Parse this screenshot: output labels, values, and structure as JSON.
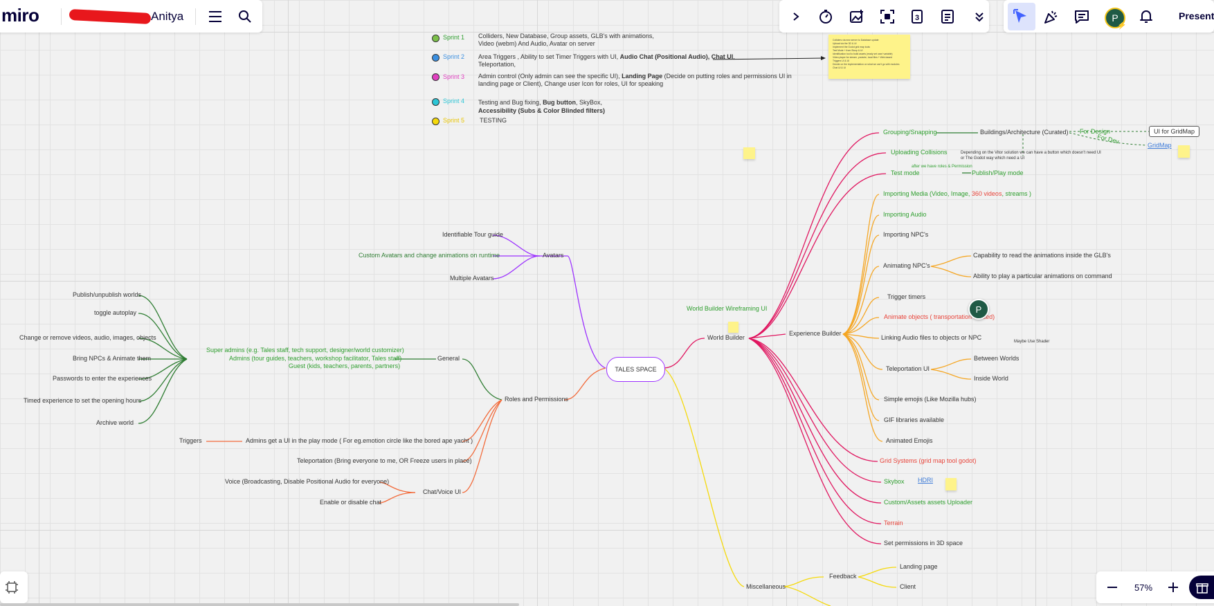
{
  "app": {
    "logo": "miro",
    "board_owner": "Anitya",
    "present_label": "Present",
    "avatar_letter": "P",
    "zoom": "57%"
  },
  "colors": {
    "green": "#2e7d32",
    "pink": "#e0155f",
    "orange": "#f5a623",
    "purple": "#9b30ff",
    "coral": "#f26a3a",
    "yellow": "#f5d90a",
    "blue": "#3d7bd8"
  },
  "sprints": [
    {
      "label": "Sprint 1",
      "color": "#7cc04a",
      "text": "Colliders, New Database, Group assets, GLB's with animations,",
      "text2": "Video (webm) And Audio, Avatar on server"
    },
    {
      "label": "Sprint 2",
      "color": "#3b8fe0",
      "text": "Area Triggers , Ability to set Timer Triggers with UI, ",
      "bold": "Audio Chat (Positional Audio), Chat UI",
      "tail": ",",
      "text2": "Teleportation,"
    },
    {
      "label": "Sprint 3",
      "color": "#e040c0",
      "text": "Admin control (Only admin can see the specific UI), ",
      "bold": "Landing Page",
      "tail": " (Decide on putting roles and permissions UI in",
      "text2": "landing page or Client), Change user Icon for roles, UI for speaking"
    },
    {
      "label": "Sprint 4",
      "color": "#2cc6d6",
      "text": "Testing and Bug fixing, ",
      "bold": "Bug button",
      "tail": ", SkyBox,",
      "bold2": "Accessibility (Subs & Color Blinded filters)"
    },
    {
      "label": "Sprint 5",
      "color": "#f5d90a",
      "text": "TESTING"
    }
  ],
  "center": {
    "label": "TALES SPACE"
  },
  "nodes": {
    "avatars": "Avatars",
    "identifiable_tour_guide": "Identifiable Tour guide",
    "custom_avatars": "Custom Avatars and change animations on runtime",
    "multiple_avatars": "Multiple Avatars",
    "general": "General",
    "super_admins": "Super admins (e.g. Tales staff, tech support, designer/world customizer)",
    "admins": "Admins (tour guides, teachers, workshop facilitator, Tales staff)",
    "guest": "Guest (kids, teachers, parents, partners)",
    "roles_permissions": "Roles and Permissions",
    "publish": "Publish/unpublish worlds",
    "toggle_autoplay": "toggle autoplay",
    "change_remove": "Change or remove videos, audio, images, objects",
    "bring_npcs": "Bring NPCs & Animate them",
    "passwords": "Passwords to enter the experiences",
    "timed": "Timed experience to set the opening hours",
    "archive": "Archive world",
    "triggers": "Triggers",
    "admins_ui": "Admins get a UI in the play mode ( For eg.emotion circle  like the bored ape yacht )",
    "teleportation_bring": "Teleportation (Bring everyone to me, OR Freeze users in place)",
    "chat_voice": "Chat/Voice UI",
    "voice": "Voice (Broadcasting, Disable Positional Audio for everyone)",
    "enable_chat": "Enable or disable chat",
    "world_builder": "World Builder",
    "wb_wireframing": "World Builder Wireframing UI",
    "experience_builder": "Experience Builder",
    "grouping": "Grouping/Snapping",
    "buildings": "Buildings/Architecture (Curated)",
    "for_design": "For Design",
    "for_dev": "For Dev",
    "ui_gridmap": "UI for GridMap",
    "gridmap": "GridMap",
    "uploading_collisions": "Uploading Collisions",
    "collisions_note": "Depending on the Vitor solution we can have a button which doesn't need UI",
    "collisions_note2": "or The Godot way which need a UI",
    "test_mode": "Test mode",
    "after_roles": "after we have roles & Permission",
    "publish_play": "Publish/Play mode",
    "importing_media": "Importing Media (Video, Image, ",
    "importing_media_360": "360 videos",
    "importing_media_tail": ", streams )",
    "importing_audio": "Importing  Audio",
    "importing_npcs": "Importing NPC's",
    "animating_npcs": "Animating NPC's",
    "capability": "Capability to read the animations inside the GLB's",
    "ability": "Ability to play a particular animations on command",
    "trigger_timers": "Trigger timers",
    "animate_objects": "Animate objects ( transportation related)",
    "linking_audio": "Linking Audio files to objects or NPC",
    "maybe_shader": "Maybe Use Shader",
    "teleportation_ui": "Teleportation UI",
    "between_worlds": "Between Worlds",
    "inside_world": "Inside World",
    "simple_emojis": "Simple emojis (Like Mozilla hubs)",
    "gif": "GIF libraries available",
    "animated_emojis": "Animated Emojis",
    "grid_systems": "Grid Systems (grid map tool godot)",
    "skybox": "Skybox",
    "hdri": "HDRI",
    "custom_assets": "Custom/Assets assets Uploader",
    "terrain": "Terrain",
    "set_permissions": "Set permissions in 3D space",
    "miscellaneous": "Miscellaneous",
    "feedback": "Feedback",
    "landing_page": "Landing page",
    "client": "Client"
  },
  "sticky_lines": [
    "Colliders via new server to Database update",
    "Upload via the 3D & UI",
    "Implement the Godot grid map tools",
    "Test Mode + from Sloop & UI",
    "Identification tool to build assets (ready set user/ variable)",
    "Video player for stream, youtube, local files + Web-based",
    "Triggers UI & UI",
    "Decide on the implementation on what we can't go with modules",
    "Chat UI & UI"
  ]
}
